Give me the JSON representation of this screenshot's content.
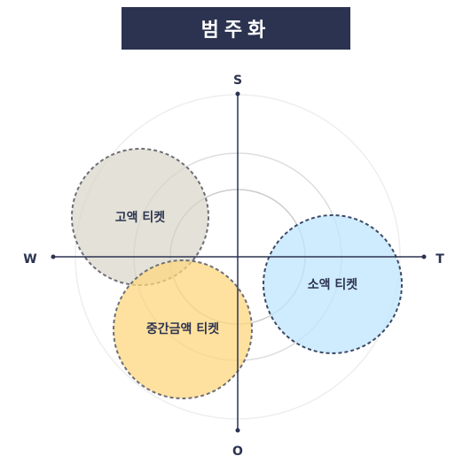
{
  "title": "범주화",
  "axes": {
    "top": "S",
    "bottom": "O",
    "left": "W",
    "right": "T"
  },
  "categories": {
    "high": "고액 티켓",
    "mid": "중간금액 티켓",
    "small": "소액 티켓"
  },
  "colors": {
    "banner": "#2b3350",
    "axis": "#2b3350",
    "high_fill": "#d9d6c8",
    "mid_fill": "#fdd77f",
    "small_fill": "#bfe4fd",
    "outline": "#6e6e78",
    "rings": "#dcdcdc"
  }
}
